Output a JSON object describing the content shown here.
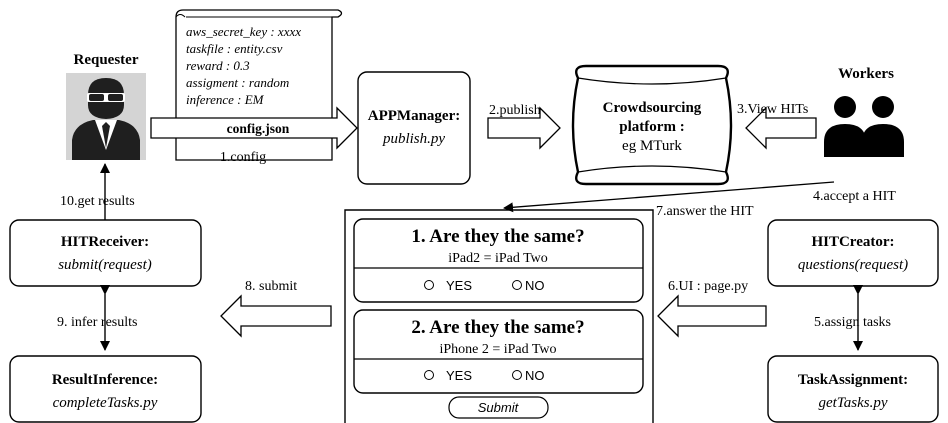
{
  "config_scroll": {
    "lines": [
      "aws_secret_key : xxxx",
      "taskfile : entity.csv",
      "reward : 0.3",
      "assigment : random",
      "inference : EM",
      "...."
    ],
    "filename": "config.json"
  },
  "requester": {
    "label": "Requester"
  },
  "workers": {
    "label": "Workers"
  },
  "app_manager": {
    "title": "APPManager:",
    "subtitle": "publish.py"
  },
  "platform": {
    "title_line1": "Crowdsourcing",
    "title_line2": "platform :",
    "subtitle": "eg MTurk"
  },
  "hit_receiver": {
    "title": "HITReceiver:",
    "subtitle": "submit(request)"
  },
  "result_inference": {
    "title": "ResultInference:",
    "subtitle": "completeTasks.py"
  },
  "hit_creator": {
    "title": "HITCreator:",
    "subtitle": "questions(request)"
  },
  "task_assignment": {
    "title": "TaskAssignment:",
    "subtitle": "getTasks.py"
  },
  "edges": {
    "config": "1.config",
    "publish": "2.publish",
    "view_hits": "3.View HITs",
    "accept_hit": "4.accept a HIT",
    "assign_tasks": "5.assign tasks",
    "ui_page": "6.UI : page.py",
    "answer_hit": "7.answer the HIT",
    "submit": "8. submit",
    "infer_results": "9. infer results",
    "get_results": "10.get results"
  },
  "hit_form": {
    "questions": [
      {
        "title": "1. Are they the same?",
        "pair": "iPad2 = iPad Two",
        "yes": "YES",
        "no": "NO"
      },
      {
        "title": "2. Are they the same?",
        "pair": "iPhone 2 = iPad Two",
        "yes": "YES",
        "no": "NO"
      }
    ],
    "submit_label": "Submit"
  }
}
